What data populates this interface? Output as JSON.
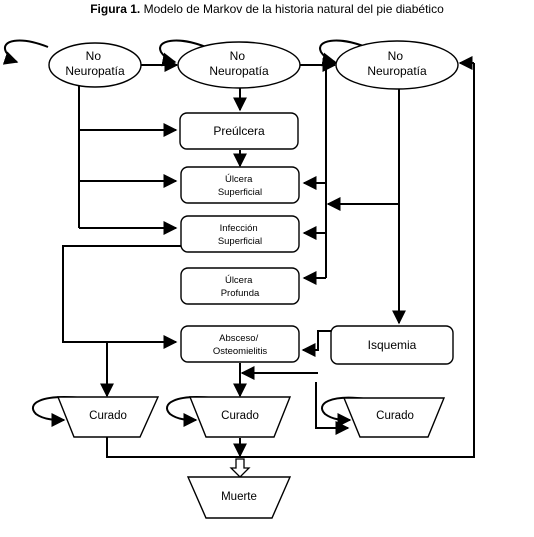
{
  "figure": {
    "label": "Figura 1.",
    "caption": "Modelo de Markov de la historia natural del pie diabético"
  },
  "states": {
    "no_neuropatia_1": [
      "No",
      "Neuropatía"
    ],
    "no_neuropatia_2": [
      "No",
      "Neuropatía"
    ],
    "no_neuropatia_3": [
      "No",
      "Neuropatía"
    ],
    "preulcera": [
      "Preúlcera"
    ],
    "ulcera_superficial": [
      "Úlcera",
      "Superficial"
    ],
    "infeccion_superficial": [
      "Infección",
      "Superficial"
    ],
    "ulcera_profunda": [
      "Úlcera",
      "Profunda"
    ],
    "absceso": [
      "Absceso/",
      "Osteomielitis"
    ],
    "isquemia": [
      "Isquemia"
    ],
    "curado_1": [
      "Curado"
    ],
    "curado_2": [
      "Curado"
    ],
    "curado_3": [
      "Curado"
    ],
    "muerte": [
      "Muerte"
    ]
  }
}
